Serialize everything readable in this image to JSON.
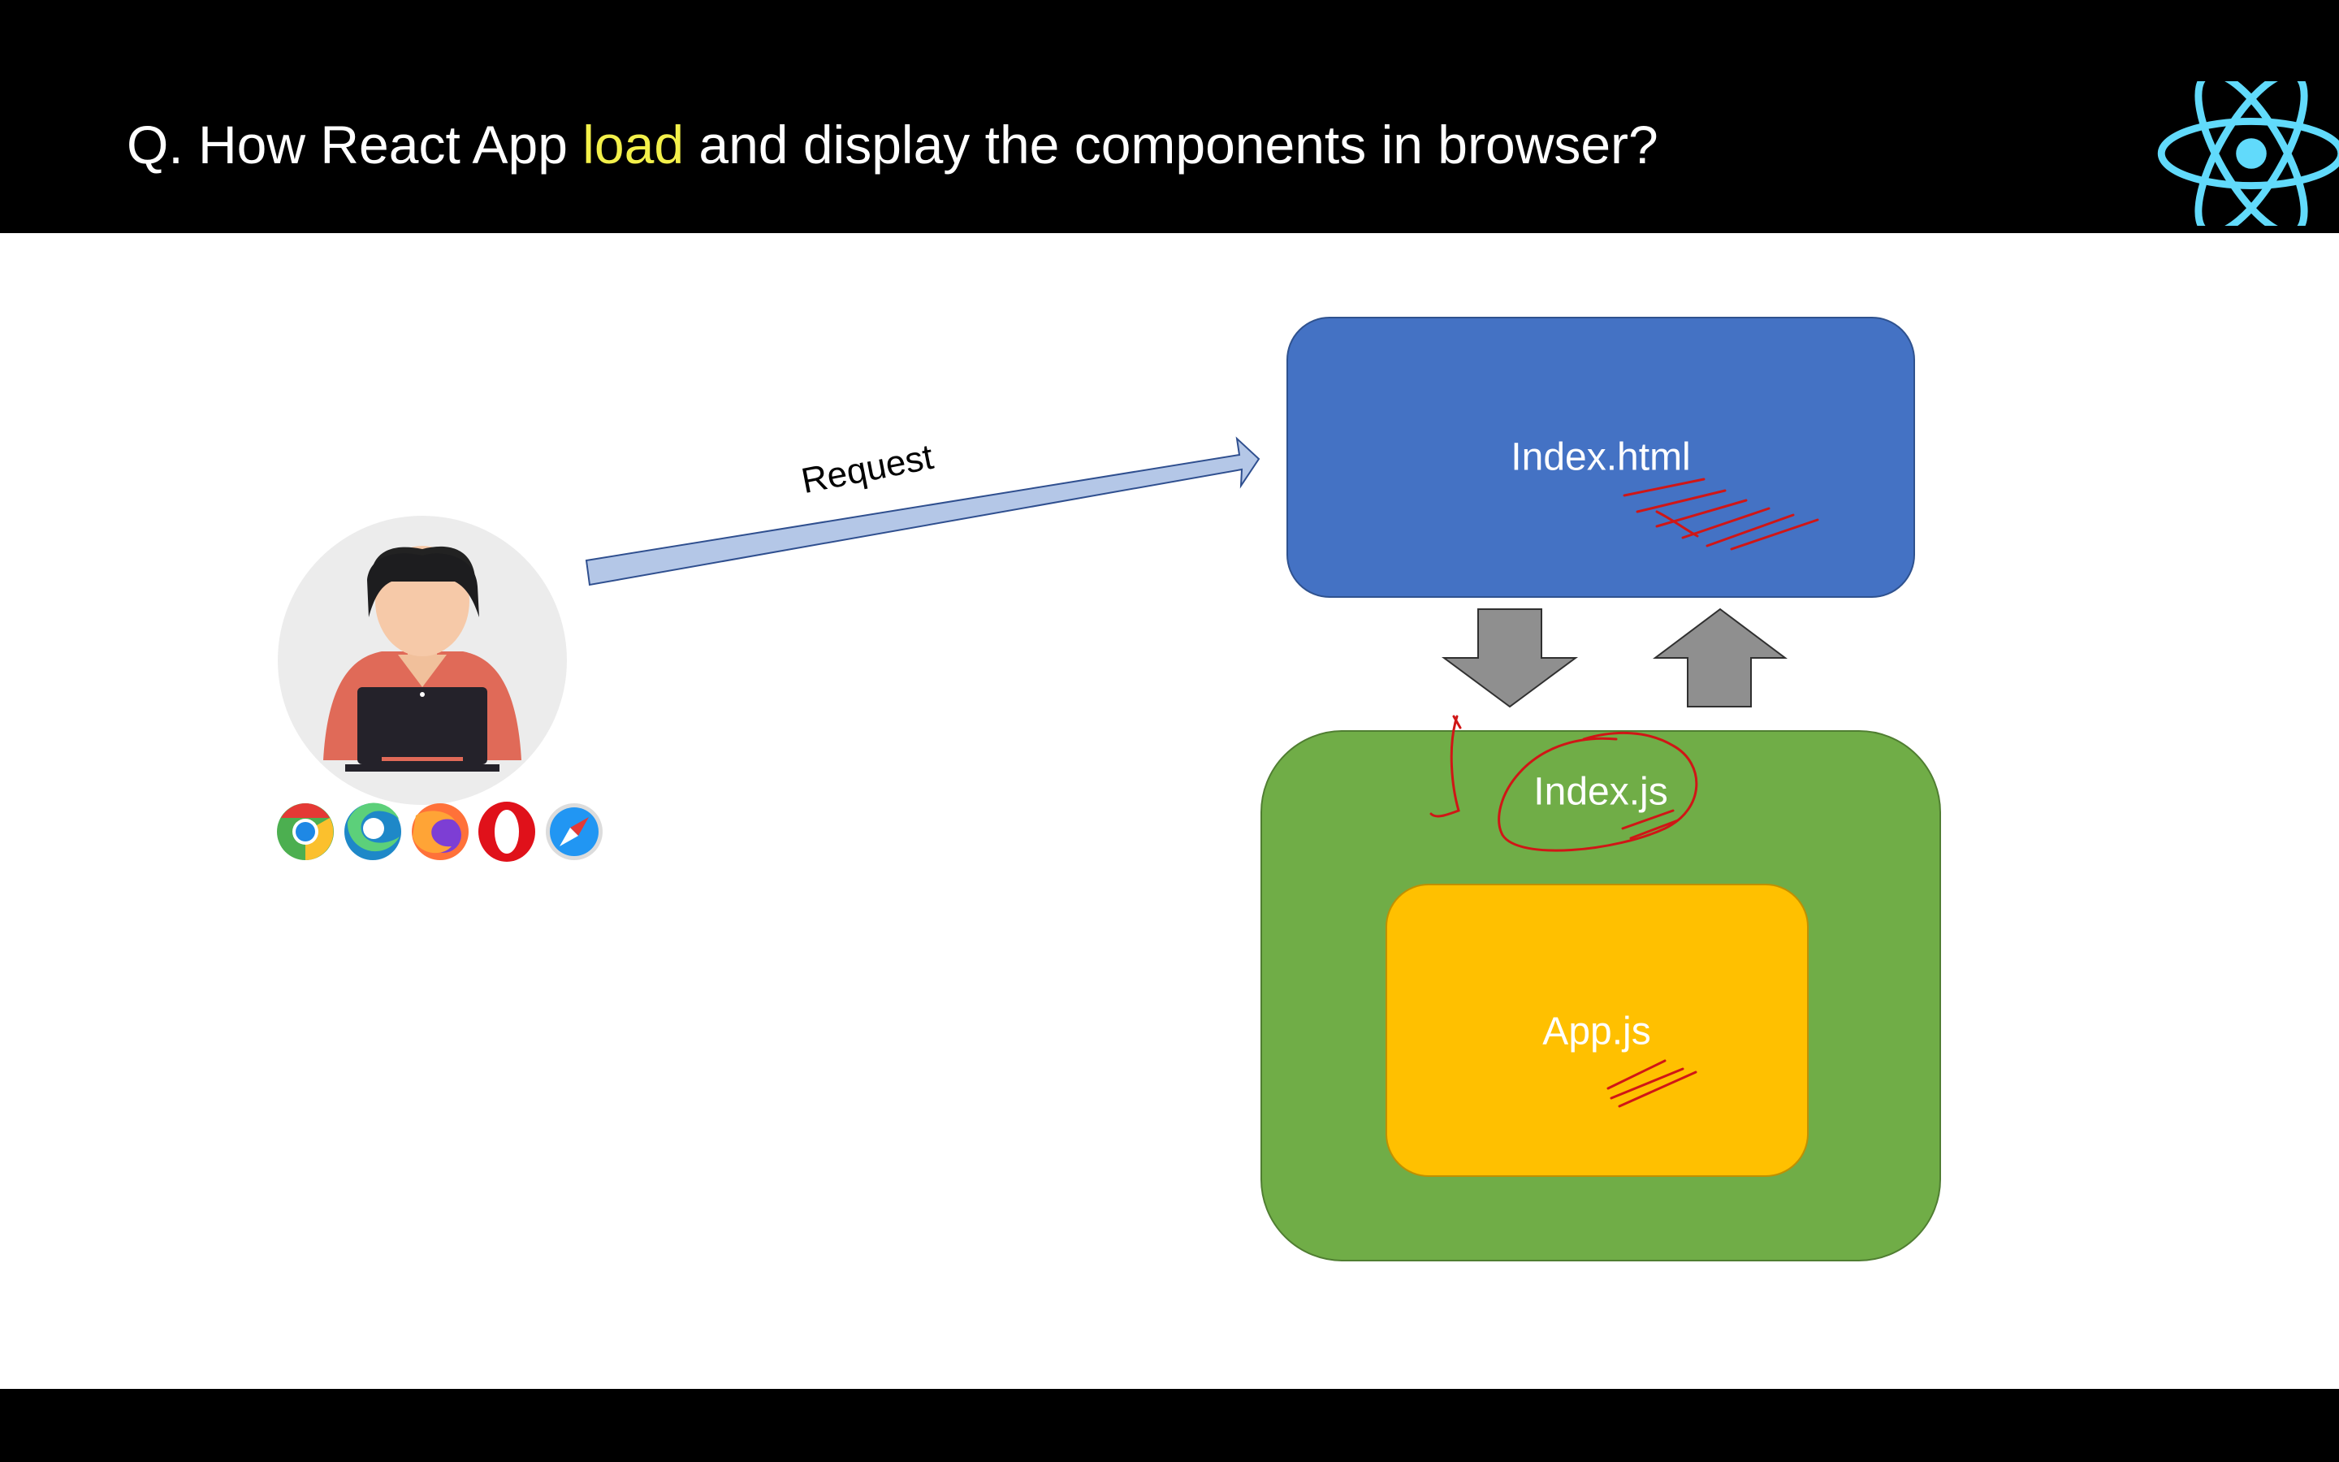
{
  "slide": {
    "title_prefix": "Q. How React App ",
    "title_highlight": "load",
    "title_suffix": " and display the components in browser?",
    "logo_icon": "react-atom-logo",
    "colors": {
      "header_bg": "#000000",
      "title_text": "#ffffff",
      "title_highlight": "#f3f04a",
      "react_logo": "#61dafb"
    }
  },
  "diagram": {
    "request_label": "Request",
    "user_icon": "user-with-laptop-icon",
    "browser_icons": [
      "chrome-icon",
      "edge-icon",
      "firefox-icon",
      "opera-icon",
      "safari-icon"
    ],
    "nodes": {
      "index_html": {
        "label": "Index.html",
        "color": "#4472c4"
      },
      "index_js": {
        "label": "Index.js",
        "color": "#70ad47"
      },
      "app_js": {
        "label": "App.js",
        "color": "#ffc000"
      }
    },
    "flow_arrows": [
      "down-arrow",
      "up-arrow"
    ],
    "annotation_color": "#d01616"
  }
}
